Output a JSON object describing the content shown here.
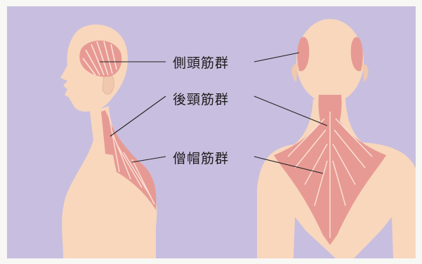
{
  "labels": {
    "temporal": "側頭筋群",
    "posterior_neck": "後頸筋群",
    "trapezius": "僧帽筋群"
  },
  "colors": {
    "background": "#c8bedf",
    "skin": "#f8d7bd",
    "muscle": "#e79a93",
    "muscle_line": "#fbe3da",
    "leader_line": "#222222"
  }
}
